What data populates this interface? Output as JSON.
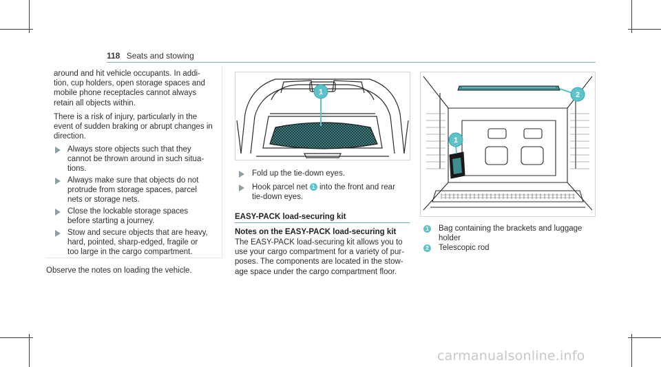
{
  "header": {
    "page_number": "118",
    "section": "Seats and stowing"
  },
  "warning": {
    "para1": [
      "around and hit vehicle occupants. In addi-",
      "tion, cup holders, open storage spaces and",
      "mobile phone receptacles cannot always",
      "retain all objects within."
    ],
    "para2": [
      "There is a risk of injury, particularly in the",
      "event of sudden braking or abrupt changes in",
      "direction."
    ],
    "bullets": [
      [
        "Always store objects such that they",
        "cannot be thrown around in such situa-",
        "tions."
      ],
      [
        "Always make sure that objects do not",
        "protrude from storage spaces, parcel",
        "nets or storage nets."
      ],
      [
        "Close the lockable storage spaces",
        "before starting a journey."
      ],
      [
        "Stow and secure objects that are heavy,",
        "hard, pointed, sharp-edged, fragile or",
        "too large in the cargo compartment."
      ]
    ]
  },
  "observe_note": "Observe the notes on loading the vehicle.",
  "middle": {
    "steps": [
      {
        "lines": [
          "Fold up the tie-down eyes."
        ]
      },
      {
        "lines": [
          "Hook parcel net",
          "into the front and rear",
          "tie-down eyes."
        ],
        "badge": "1"
      }
    ],
    "section_title": "EASY-PACK load-securing kit",
    "notes_title": "Notes on the EASY-PACK load-securing kit",
    "notes_text": [
      "The EASY-PACK load-securing kit allows you to",
      "use your cargo compartment for a variety of pur-",
      "poses. The components are located in the stow-",
      "age space under the cargo compartment floor."
    ]
  },
  "figure1": {
    "callouts": [
      "1"
    ]
  },
  "figure2": {
    "callouts": [
      "1",
      "2"
    ]
  },
  "legend": [
    {
      "num": "1",
      "lines": [
        "Bag containing the brackets and luggage",
        "holder"
      ]
    },
    {
      "num": "2",
      "lines": [
        "Telescopic rod"
      ]
    }
  ],
  "watermark": "carmanualsonline.info",
  "colors": {
    "accent": "#5cc4c9",
    "rule": "#6fb3bd",
    "arrow": "#8c9fa3"
  }
}
